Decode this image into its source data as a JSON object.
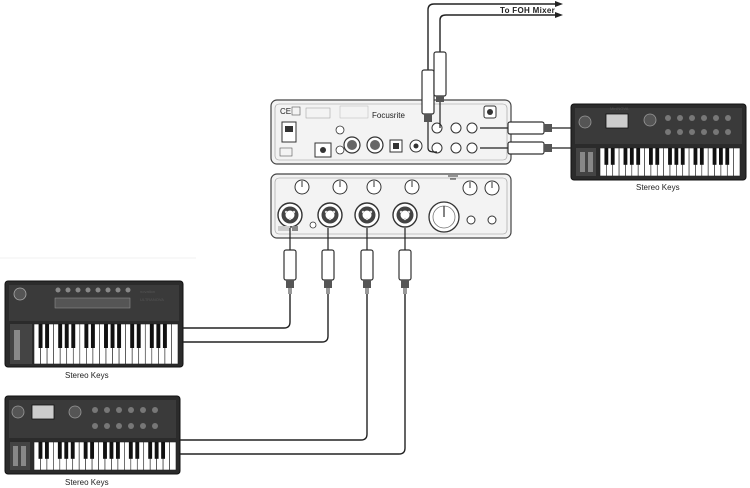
{
  "diagram": {
    "foh_label": "To FOH Mixer",
    "brand_label": "Focusrite",
    "keyboards": {
      "right_label": "Stereo Keys",
      "middle_label": "Stereo Keys",
      "bottom_label": "Stereo Keys",
      "middle_brand_label": "ULTRANOVA",
      "middle_maker_label": "novation",
      "minilogo_label": "MiniNOVA"
    }
  }
}
